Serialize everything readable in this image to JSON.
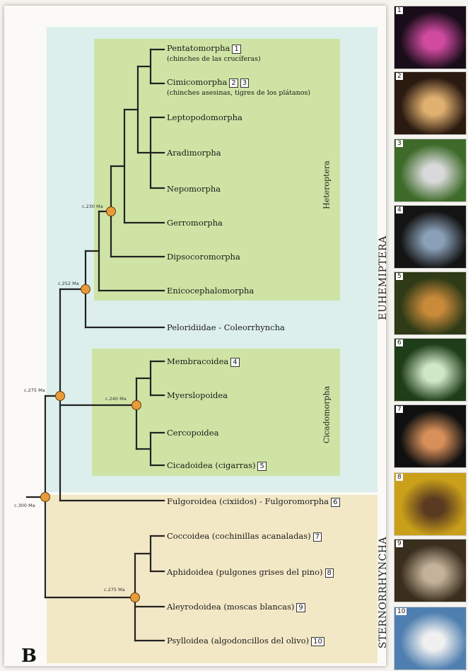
{
  "panel_letter": "B",
  "colors": {
    "euhemiptera_bg": "#dcefec",
    "heteroptera_bg": "#cfe4a4",
    "cicadomorpha_bg": "#cfe4a4",
    "sternorrhyncha_bg": "#f3e8c6",
    "node_fill": "#e79b3a",
    "branch": "#222222"
  },
  "groups": {
    "heteroptera": "Heteroptera",
    "cicadomorpha": "Cicadomorpha",
    "euhemiptera": "EUHEMIPTERA",
    "sternorrhyncha": "STERNORRHYNCHA"
  },
  "taxa": [
    {
      "name": "Pentatomorpha",
      "num": "1",
      "sub": "(chinches de las crucíferas)"
    },
    {
      "name": "Cimicomorpha",
      "num": "2",
      "num2": "3",
      "sub": "(chinches asesinas, tigres de los plátanos)"
    },
    {
      "name": "Leptopodomorpha"
    },
    {
      "name": "Aradimorpha"
    },
    {
      "name": "Nepomorpha"
    },
    {
      "name": "Gerromorpha"
    },
    {
      "name": "Dipsocoromorpha"
    },
    {
      "name": "Enicocephalomorpha"
    },
    {
      "name": "Peloridiidae - Coleorrhyncha"
    },
    {
      "name": "Membracoidea",
      "num": "4"
    },
    {
      "name": "Myerslopoidea"
    },
    {
      "name": "Cercopoidea"
    },
    {
      "name": "Cicadoidea (cigarras)",
      "num": "5"
    },
    {
      "name": "Fulgoroidea (cixiidos) - Fulgoromorpha",
      "num": "6"
    },
    {
      "name": "Coccoidea (cochinillas acanaladas)",
      "num": "7"
    },
    {
      "name": "Aphidoidea (pulgones grises del pino)",
      "num": "8"
    },
    {
      "name": "Aleyrodoidea (moscas blancas)",
      "num": "9"
    },
    {
      "name": "Psylloidea (algodoncillos del olivo)",
      "num": "10"
    }
  ],
  "ages": {
    "heteroptera": "c.230 Ma",
    "euhemiptera_inner": "c.252 Ma",
    "cicadomorpha": "c.240 Ma",
    "euhemiptera": "c.275 Ma",
    "sternorrhyncha": "c.275 Ma",
    "root": "c.300 Ma"
  },
  "photos": [
    {
      "num": "1",
      "icon": "pentatomid-photo",
      "bg": "#1a0d1a",
      "accent": "#d04aa0"
    },
    {
      "num": "2",
      "icon": "cimicid-photo",
      "bg": "#2b1a10",
      "accent": "#e0b070"
    },
    {
      "num": "3",
      "icon": "lace-bug-photo",
      "bg": "#3f6b2a",
      "accent": "#d9d9d9"
    },
    {
      "num": "4",
      "icon": "treehopper-photo",
      "bg": "#141414",
      "accent": "#8aa0b8"
    },
    {
      "num": "5",
      "icon": "cicada-photo",
      "bg": "#2f3a16",
      "accent": "#c98a3a"
    },
    {
      "num": "6",
      "icon": "fulgorid-photo",
      "bg": "#1f3d18",
      "accent": "#cfe6c7"
    },
    {
      "num": "7",
      "icon": "scale-insect-photo",
      "bg": "#101010",
      "accent": "#d8905a"
    },
    {
      "num": "8",
      "icon": "aphid-photo",
      "bg": "#caa01a",
      "accent": "#5a3a20"
    },
    {
      "num": "9",
      "icon": "whitefly-photo",
      "bg": "#3a2e1e",
      "accent": "#c4b39a"
    },
    {
      "num": "10",
      "icon": "psyllid-photo",
      "bg": "#4f7fb0",
      "accent": "#f0f0f0"
    }
  ]
}
